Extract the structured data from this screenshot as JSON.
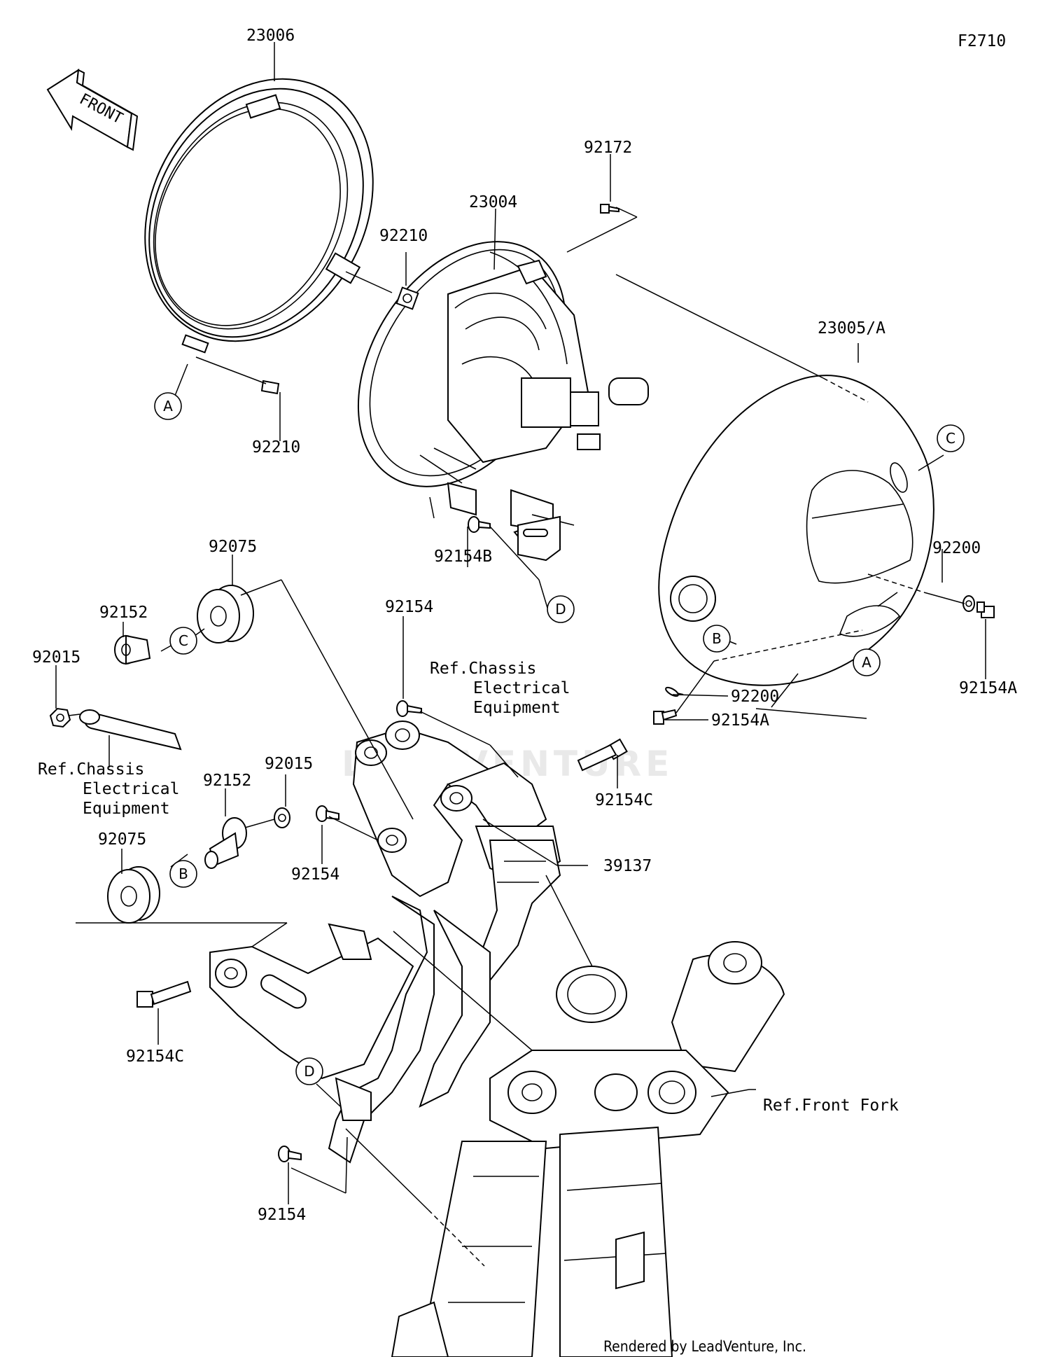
{
  "figure_code": "F2710",
  "front_arrow": "FRONT",
  "watermark": "LEADVENTURE",
  "credit": "Rendered by LeadVenture, Inc.",
  "parts": {
    "p23006": "23006",
    "p23004": "23004",
    "p92172": "92172",
    "p92210a": "92210",
    "p92210b": "92210",
    "p23005A": "23005/A",
    "p92075a": "92075",
    "p92152a": "92152",
    "p92015a": "92015",
    "p92154B": "92154B",
    "p92154a": "92154",
    "p92200a": "92200",
    "p92154Aa": "92154A",
    "p92200b": "92200",
    "p92154Ab": "92154A",
    "p92015b": "92015",
    "p92152b": "92152",
    "p92075b": "92075",
    "p92154b": "92154",
    "p92154Ca": "92154C",
    "p39137": "39137",
    "p92154Cb": "92154C",
    "p92154c": "92154"
  },
  "refs": {
    "chassis_a_line1": "Ref.Chassis",
    "chassis_a_line2": "Electrical",
    "chassis_a_line3": "Equipment",
    "chassis_b_line1": "Ref.Chassis",
    "chassis_b_line2": "Electrical",
    "chassis_b_line3": "Equipment",
    "front_fork": "Ref.Front Fork"
  },
  "callouts": {
    "a1": "A",
    "a2": "A",
    "b1": "B",
    "b2": "B",
    "c1": "C",
    "c2": "C",
    "d1": "D",
    "d2": "D"
  }
}
